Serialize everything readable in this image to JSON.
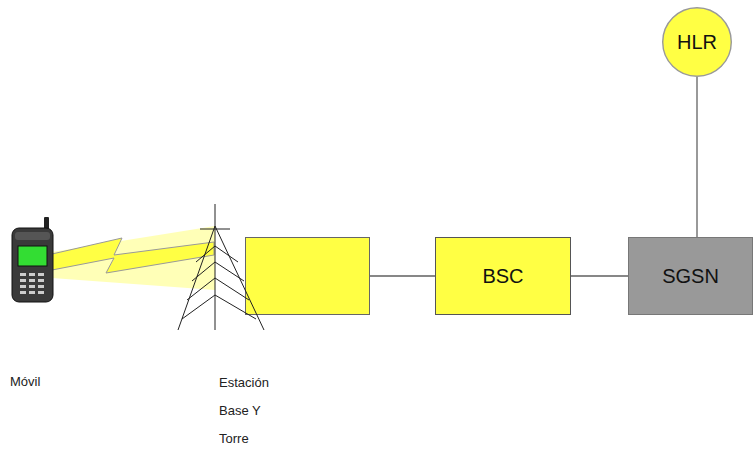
{
  "diagram": {
    "nodes": [
      {
        "text": [
          "Estación Base Y Torre"
        ]
      },
      {
        "text": [
          "BSC"
        ]
      },
      {
        "text": [
          "SGSN"
        ]
      },
      {
        "text": [
          "HLR"
        ]
      }
    ],
    "edges": [
      {
        "from": 0,
        "to": 1,
        "arrow": "none"
      },
      {
        "from": 1,
        "to": 2,
        "arrow": "none"
      },
      {
        "from": 3,
        "to": 2,
        "arrow": "none"
      }
    ],
    "labels": [
      "Móvil"
    ]
  }
}
